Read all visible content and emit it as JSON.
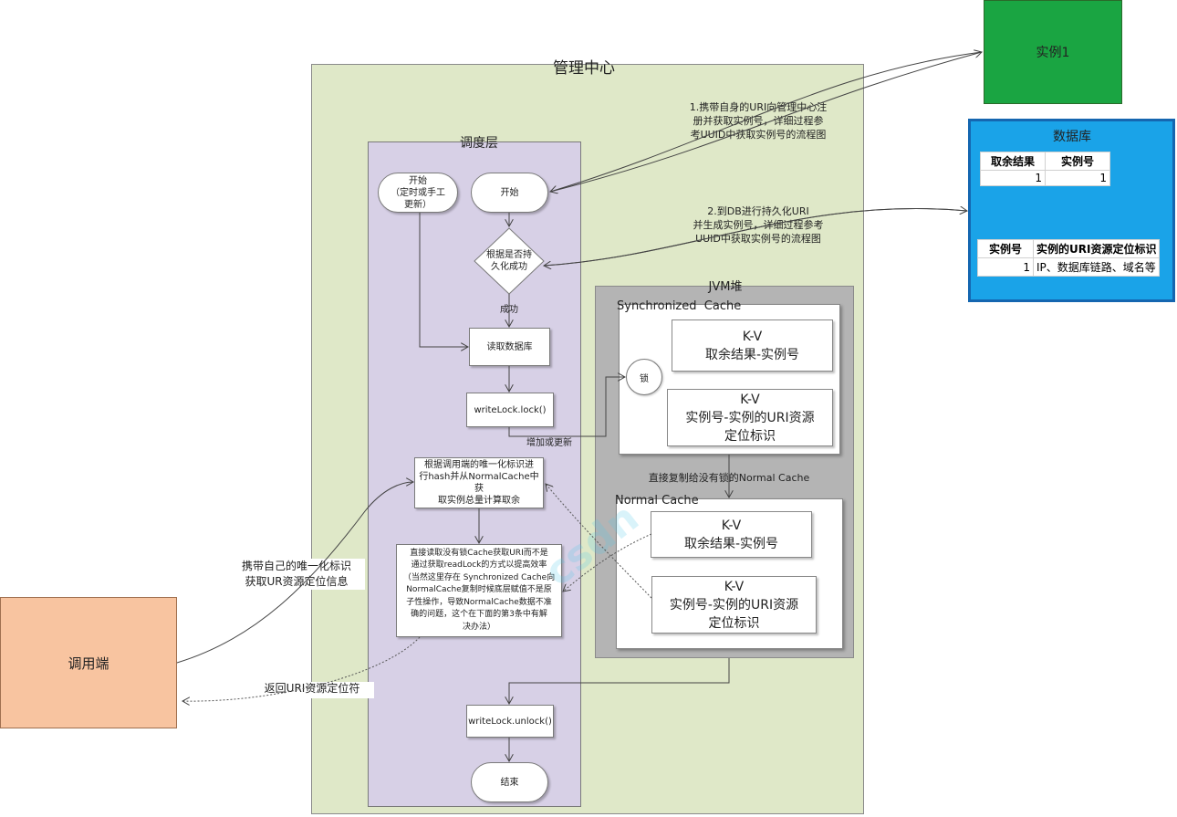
{
  "management_center": {
    "title": "管理中心"
  },
  "scheduler": {
    "title": "调度层"
  },
  "flow": {
    "start_manual": "开始\n（定时或手工\n更新）",
    "start": "开始",
    "decision": "根据是否持\n久化成功",
    "success_label": "成功",
    "read_db": "读取数据库",
    "write_lock": "writeLock.lock()",
    "add_or_update": "增加或更新",
    "hash_step": "根据调用端的唯一化标识进\n行hash并从NormalCache中获\n取实例总量计算取余",
    "read_cache": "直接读取没有锁Cache获取URI而不是\n通过获取readLock的方式以提高效率\n（当然这里存在 Synchronized Cache向\nNormalCache复制时候底层赋值不是原\n子性操作，导致NormalCache数据不准\n确的问题，这个在下面的第3条中有解\n决办法）",
    "write_unlock": "writeLock.unlock()",
    "end": "结束"
  },
  "jvm": {
    "title": "JVM堆",
    "sync_cache": {
      "title": "Synchronized  Cache",
      "lock": "锁",
      "kv1": "K-V\n取余结果-实例号",
      "kv2": "K-V\n实例号-实例的URI资源\n定位标识"
    },
    "copy_label": "直接复制给没有锁的Normal Cache",
    "normal_cache": {
      "title": "Normal Cache",
      "kv1": "K-V\n取余结果-实例号",
      "kv2": "K-V\n实例号-实例的URI资源\n定位标识"
    }
  },
  "instance": {
    "label": "实例1",
    "color": "#1aa542"
  },
  "database": {
    "title": "数据库",
    "color": "#1aa3e8",
    "table1": {
      "headers": [
        "取余结果",
        "实例号"
      ],
      "rows": [
        [
          "1",
          "1"
        ]
      ]
    },
    "table2": {
      "headers": [
        "实例号",
        "实例的URI资源定位标识"
      ],
      "rows": [
        [
          "1",
          "IP、数据库链路、域名等"
        ]
      ]
    }
  },
  "notes": {
    "register": "1.携带自身的URI向管理中心注\n册并获取实例号，详细过程参\n考UUID中获取实例号的流程图",
    "persist": "2.到DB进行持久化URI\n并生成实例号，详细过程参考\nUUID中获取实例号的流程图",
    "caller_request": "携带自己的唯一化标识\n获取UR资源定位信息",
    "return_uri": "返回URI资源定位符"
  },
  "caller": {
    "label": "调用端",
    "color": "#f8c4a0"
  },
  "watermark": "csdn"
}
